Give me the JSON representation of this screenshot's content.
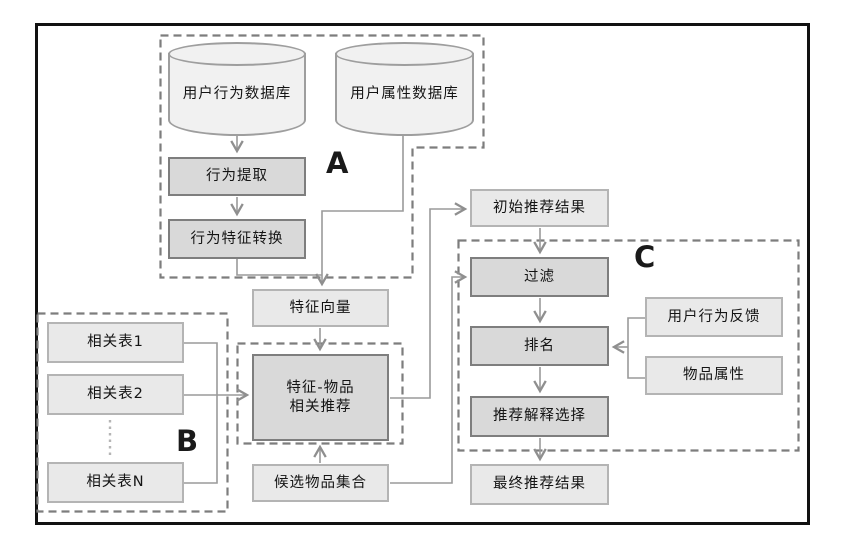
{
  "diagram": {
    "title": "recommendation-system-flowchart",
    "regions": {
      "a_label": "A",
      "b_label": "B",
      "c_label": "C"
    },
    "nodes": {
      "user_behavior_db": "用户行为数据库",
      "user_attribute_db": "用户属性数据库",
      "behavior_extraction": "行为提取",
      "behavior_feature_transform": "行为特征转换",
      "feature_vector": "特征向量",
      "feature_item_line1": "特征-物品",
      "feature_item_line2": "相关推荐",
      "related_table_1": "相关表1",
      "related_table_2": "相关表2",
      "related_table_n": "相关表N",
      "candidate_item_set": "候选物品集合",
      "initial_result": "初始推荐结果",
      "filter": "过滤",
      "ranking": "排名",
      "user_behavior_feedback": "用户行为反馈",
      "item_attribute": "物品属性",
      "explanation_selection": "推荐解释选择",
      "final_result": "最终推荐结果"
    },
    "edges": [
      {
        "from": "user_behavior_db",
        "to": "behavior_extraction"
      },
      {
        "from": "behavior_extraction",
        "to": "behavior_feature_transform"
      },
      {
        "from": "behavior_feature_transform",
        "to": "feature_vector"
      },
      {
        "from": "user_attribute_db",
        "to": "feature_vector"
      },
      {
        "from": "feature_vector",
        "to": "feature_item_recommend"
      },
      {
        "from": "related_table_1",
        "to": "feature_item_recommend"
      },
      {
        "from": "related_table_2",
        "to": "feature_item_recommend"
      },
      {
        "from": "related_table_n",
        "to": "feature_item_recommend"
      },
      {
        "from": "candidate_item_set",
        "to": "feature_item_recommend"
      },
      {
        "from": "feature_item_recommend",
        "to": "initial_result"
      },
      {
        "from": "candidate_item_set",
        "to": "filter"
      },
      {
        "from": "initial_result",
        "to": "filter"
      },
      {
        "from": "filter",
        "to": "ranking"
      },
      {
        "from": "user_behavior_feedback",
        "to": "ranking"
      },
      {
        "from": "item_attribute",
        "to": "ranking"
      },
      {
        "from": "ranking",
        "to": "explanation_selection"
      },
      {
        "from": "explanation_selection",
        "to": "final_result"
      }
    ],
    "colors": {
      "frame": "#111111",
      "box_fill_light": "#e9e9e9",
      "box_border_light": "#b4b4b4",
      "box_fill_process": "#d9d9d9",
      "box_border_process": "#7e7e7e",
      "cylinder_fill": "#f1f1f1",
      "connector": "#9a9a9a",
      "dashed_region": "#7d7d7d"
    }
  }
}
